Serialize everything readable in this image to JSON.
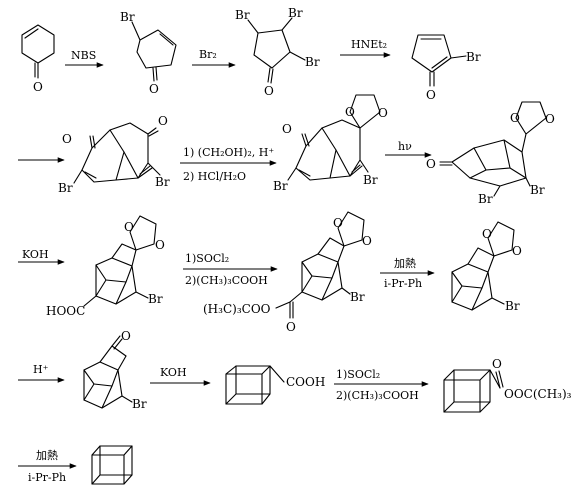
{
  "atoms": {
    "o": "O",
    "br": "Br",
    "hooc": "HOOC",
    "cooh": "COOH",
    "ester_right": "OOC(CH₃)₃",
    "ester_left": "(H₃C)₃COO"
  },
  "reagents": {
    "nbs": "NBS",
    "br2": "Br₂",
    "hnet2": "HNEt₂",
    "glycol": "1) (CH₂OH)₂, H⁺",
    "hcl": "2) HCl/H₂O",
    "hv": "hν",
    "koh": "KOH",
    "socl2": "1)SOCl₂",
    "peracid": "2)(CH₃)₃COOH",
    "heat": "加熱",
    "solvent": "i-Pr-Ph",
    "acid": "H⁺"
  }
}
